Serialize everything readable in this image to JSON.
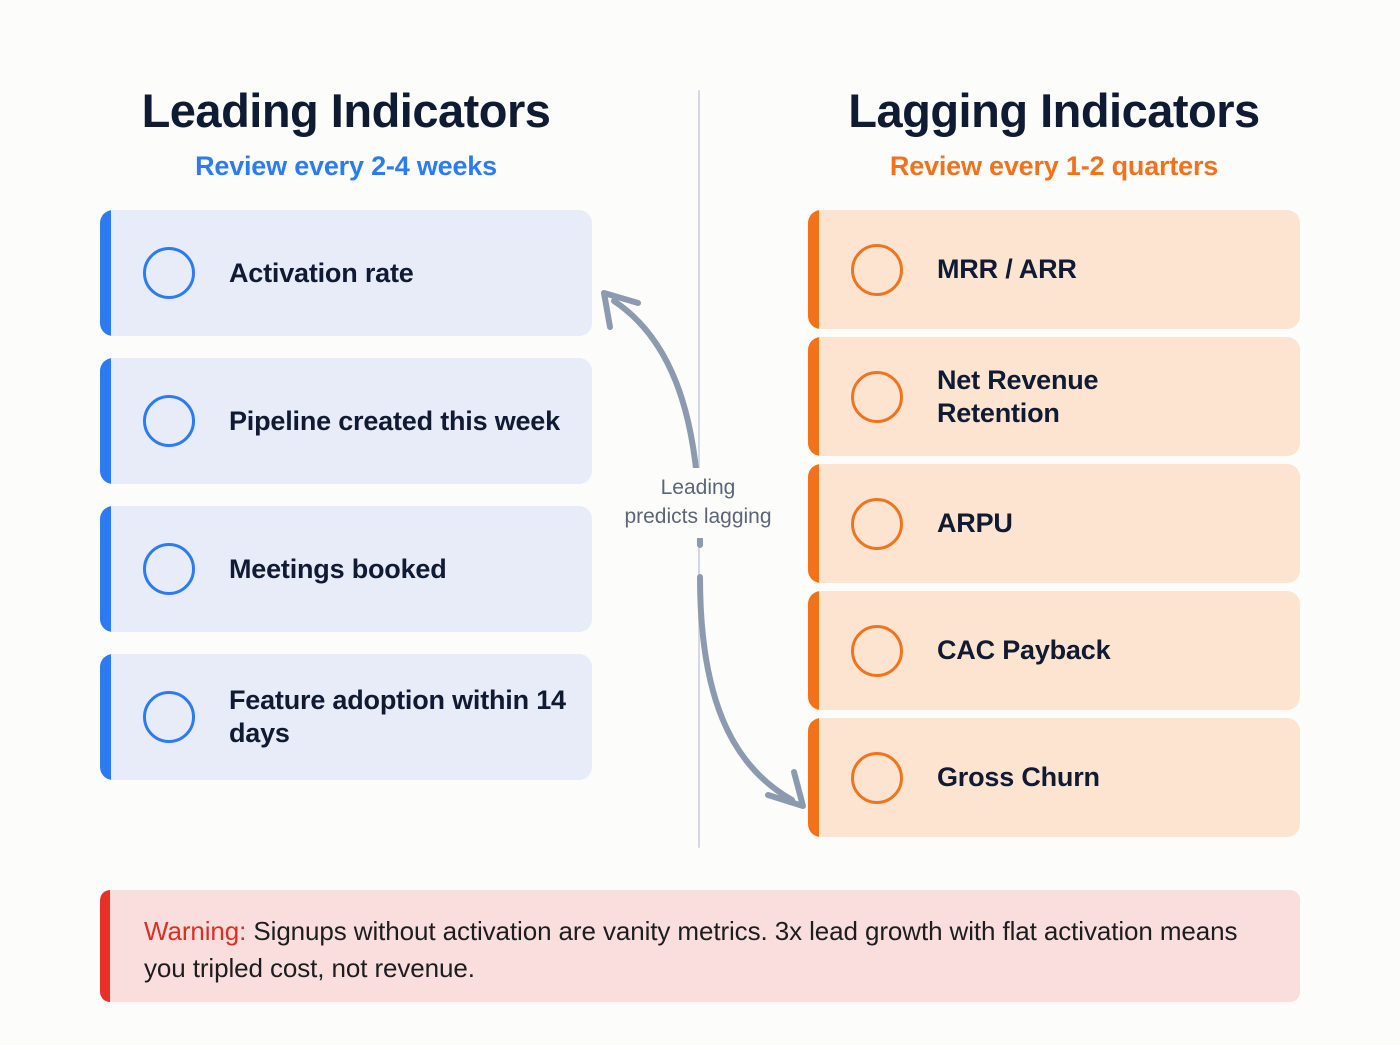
{
  "colors": {
    "page_background": "#fcfcfa",
    "leading_accent": "#2b7bf3",
    "lagging_accent": "#f4711b",
    "leading_card_bg": "#e7ecf8",
    "lagging_card_bg": "#fce4d0",
    "title_text": "#0f1a33",
    "warning_accent": "#e8302a",
    "warning_bg": "#fadedd",
    "warning_keyword": "#d93026",
    "connector_stroke": "#8c9ab0",
    "divider": "#d3d8e9"
  },
  "columns": {
    "leading": {
      "title": "Leading Indicators",
      "subtitle": "Review every 2-4 weeks",
      "items": [
        {
          "label": "Activation rate"
        },
        {
          "label": "Pipeline created this week"
        },
        {
          "label": "Meetings booked"
        },
        {
          "label": "Feature adoption within 14 days"
        }
      ]
    },
    "lagging": {
      "title": "Lagging Indicators",
      "subtitle": "Review every 1-2 quarters",
      "items": [
        {
          "label": "MRR / ARR"
        },
        {
          "label": "Net Revenue Retention"
        },
        {
          "label": "ARPU"
        },
        {
          "label": "CAC Payback"
        },
        {
          "label": "Gross Churn"
        }
      ]
    }
  },
  "connector": {
    "label_line1": "Leading",
    "label_line2": "predicts lagging"
  },
  "warning": {
    "keyword": "Warning:",
    "body": " Signups without activation are vanity metrics. 3x lead growth with flat activation means you tripled cost, not revenue."
  }
}
